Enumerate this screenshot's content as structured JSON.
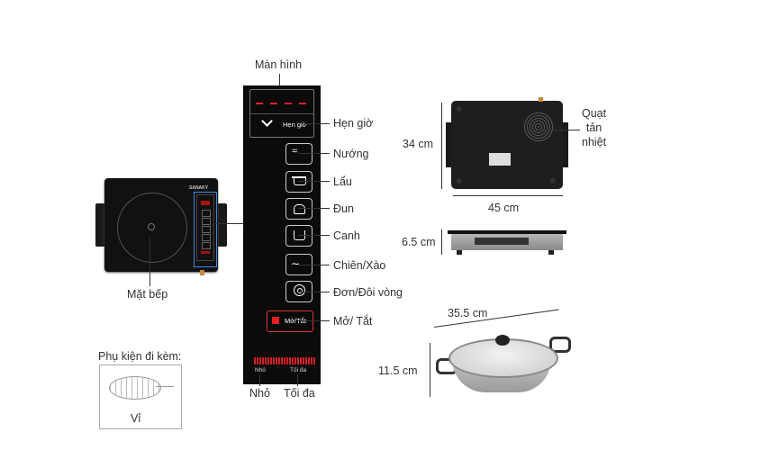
{
  "labels": {
    "screen": "Màn hình",
    "timer": "Hẹn giờ",
    "grill": "Nướng",
    "hotpot": "Lẩu",
    "boil": "Đun",
    "soup": "Canh",
    "fry": "Chiên/Xào",
    "single_double_ring": "Đơn/Đôi vòng",
    "on_off": "Mở/ Tắt",
    "low": "Nhỏ",
    "max": "Tối đa",
    "cooktop_surface": "Mặt bếp",
    "fan": "Quạt\ntản\nnhiệt",
    "accessory_title": "Phụ kiện đi kèm:",
    "accessory_item": "Vỉ"
  },
  "panel_text": {
    "timer": "Hẹn giờ",
    "on_off": "Mở/Tắt",
    "low": "Nhỏ",
    "max": "Tối đa"
  },
  "dimensions": {
    "height": "34 cm",
    "width": "45 cm",
    "thickness": "6.5 cm",
    "pot_diameter": "35.5 cm",
    "pot_height": "11.5 cm"
  },
  "brand": "SANAKY",
  "colors": {
    "glass": "#111111",
    "accent_red": "#e02020",
    "line": "#333333"
  }
}
